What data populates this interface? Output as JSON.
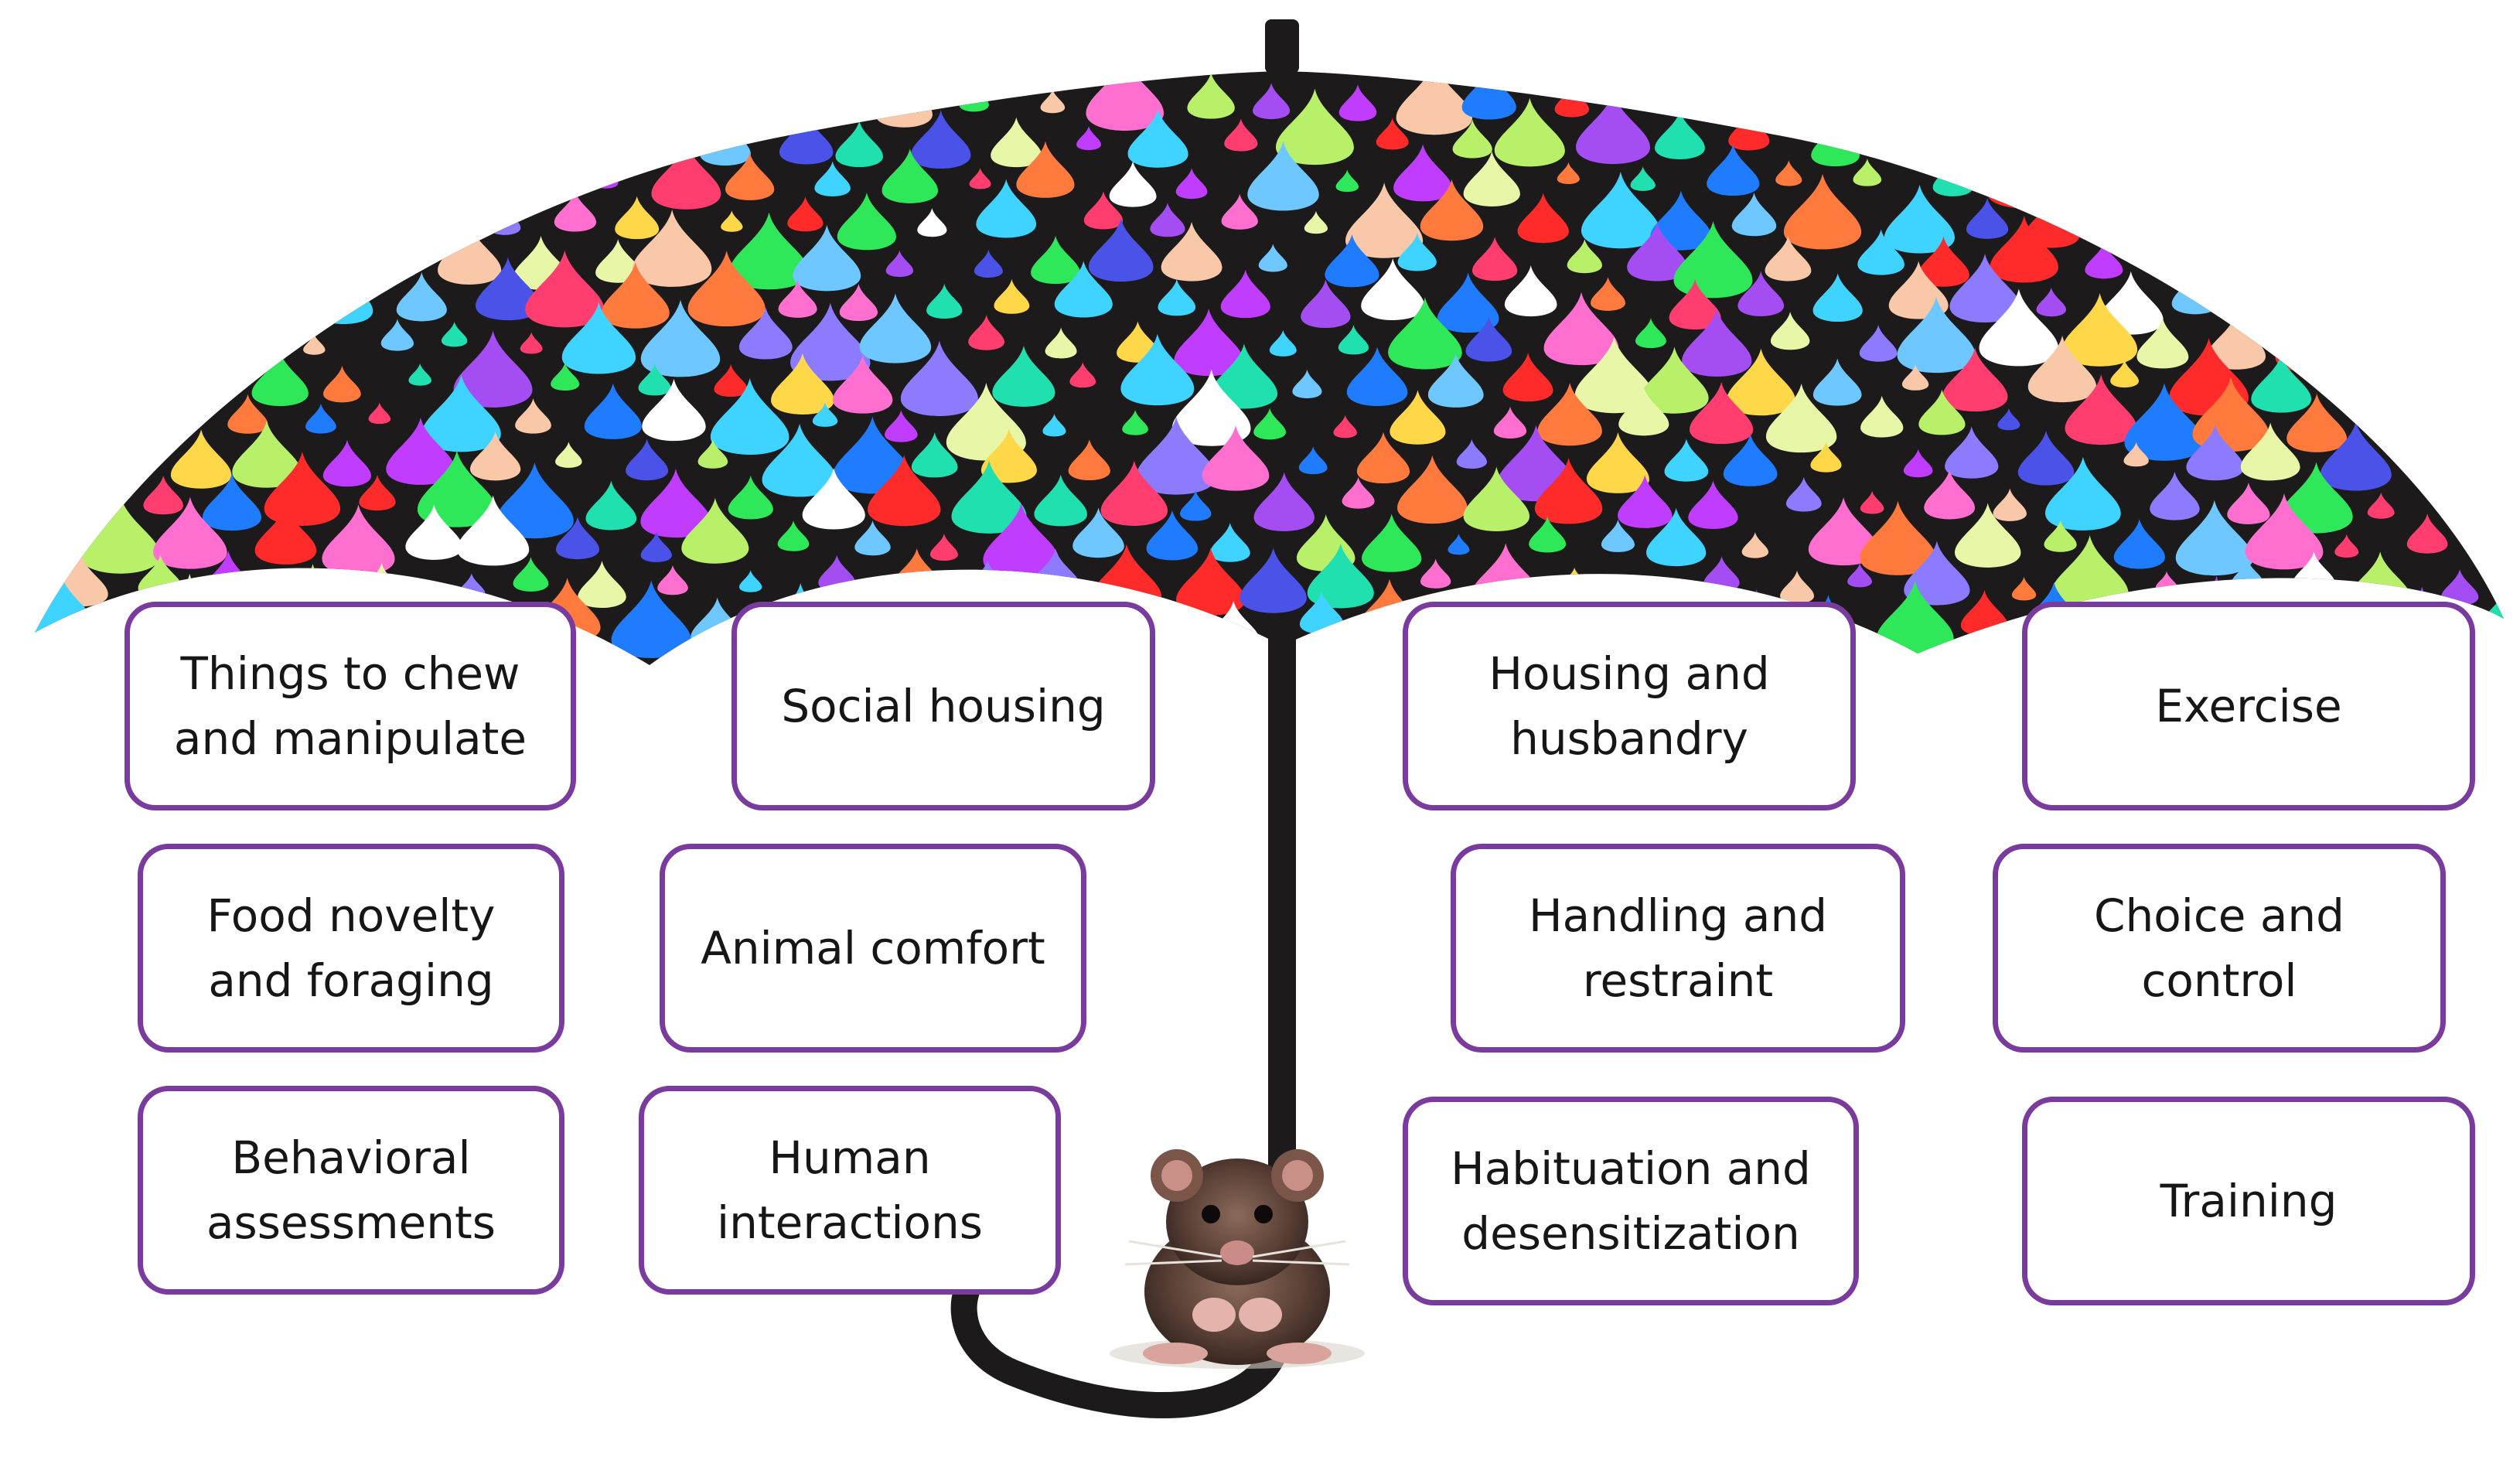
{
  "diagram": {
    "canopy_color": "#1c1a1b",
    "box_border_color": "#7a3b9e",
    "drop_colors": [
      "#ff3d6e",
      "#2ee85a",
      "#a44df2",
      "#3fd3ff",
      "#ffd84a",
      "#ff7a3c",
      "#1f7cff",
      "#b8f06a",
      "#ff6fd0",
      "#20e0b0",
      "#8c7bff",
      "#f8c8a8",
      "#e8f6a8",
      "#ff2a2a",
      "#4a52e8",
      "#ffffff",
      "#6ec8ff",
      "#c03cff"
    ],
    "mascot": "rat-icon",
    "categories": [
      {
        "id": "chew",
        "label": "Things to chew\nand manipulate"
      },
      {
        "id": "social",
        "label": "Social housing"
      },
      {
        "id": "housing",
        "label": "Housing and\nhusbandry"
      },
      {
        "id": "exercise",
        "label": "Exercise"
      },
      {
        "id": "food",
        "label": "Food novelty\nand foraging"
      },
      {
        "id": "comfort",
        "label": "Animal comfort"
      },
      {
        "id": "handling",
        "label": "Handling and\nrestraint"
      },
      {
        "id": "choice",
        "label": "Choice and\ncontrol"
      },
      {
        "id": "behavioral",
        "label": "Behavioral\nassessments"
      },
      {
        "id": "human",
        "label": "Human\ninteractions"
      },
      {
        "id": "habituation",
        "label": "Habituation and\ndesensitization"
      },
      {
        "id": "training",
        "label": "Training"
      }
    ]
  }
}
